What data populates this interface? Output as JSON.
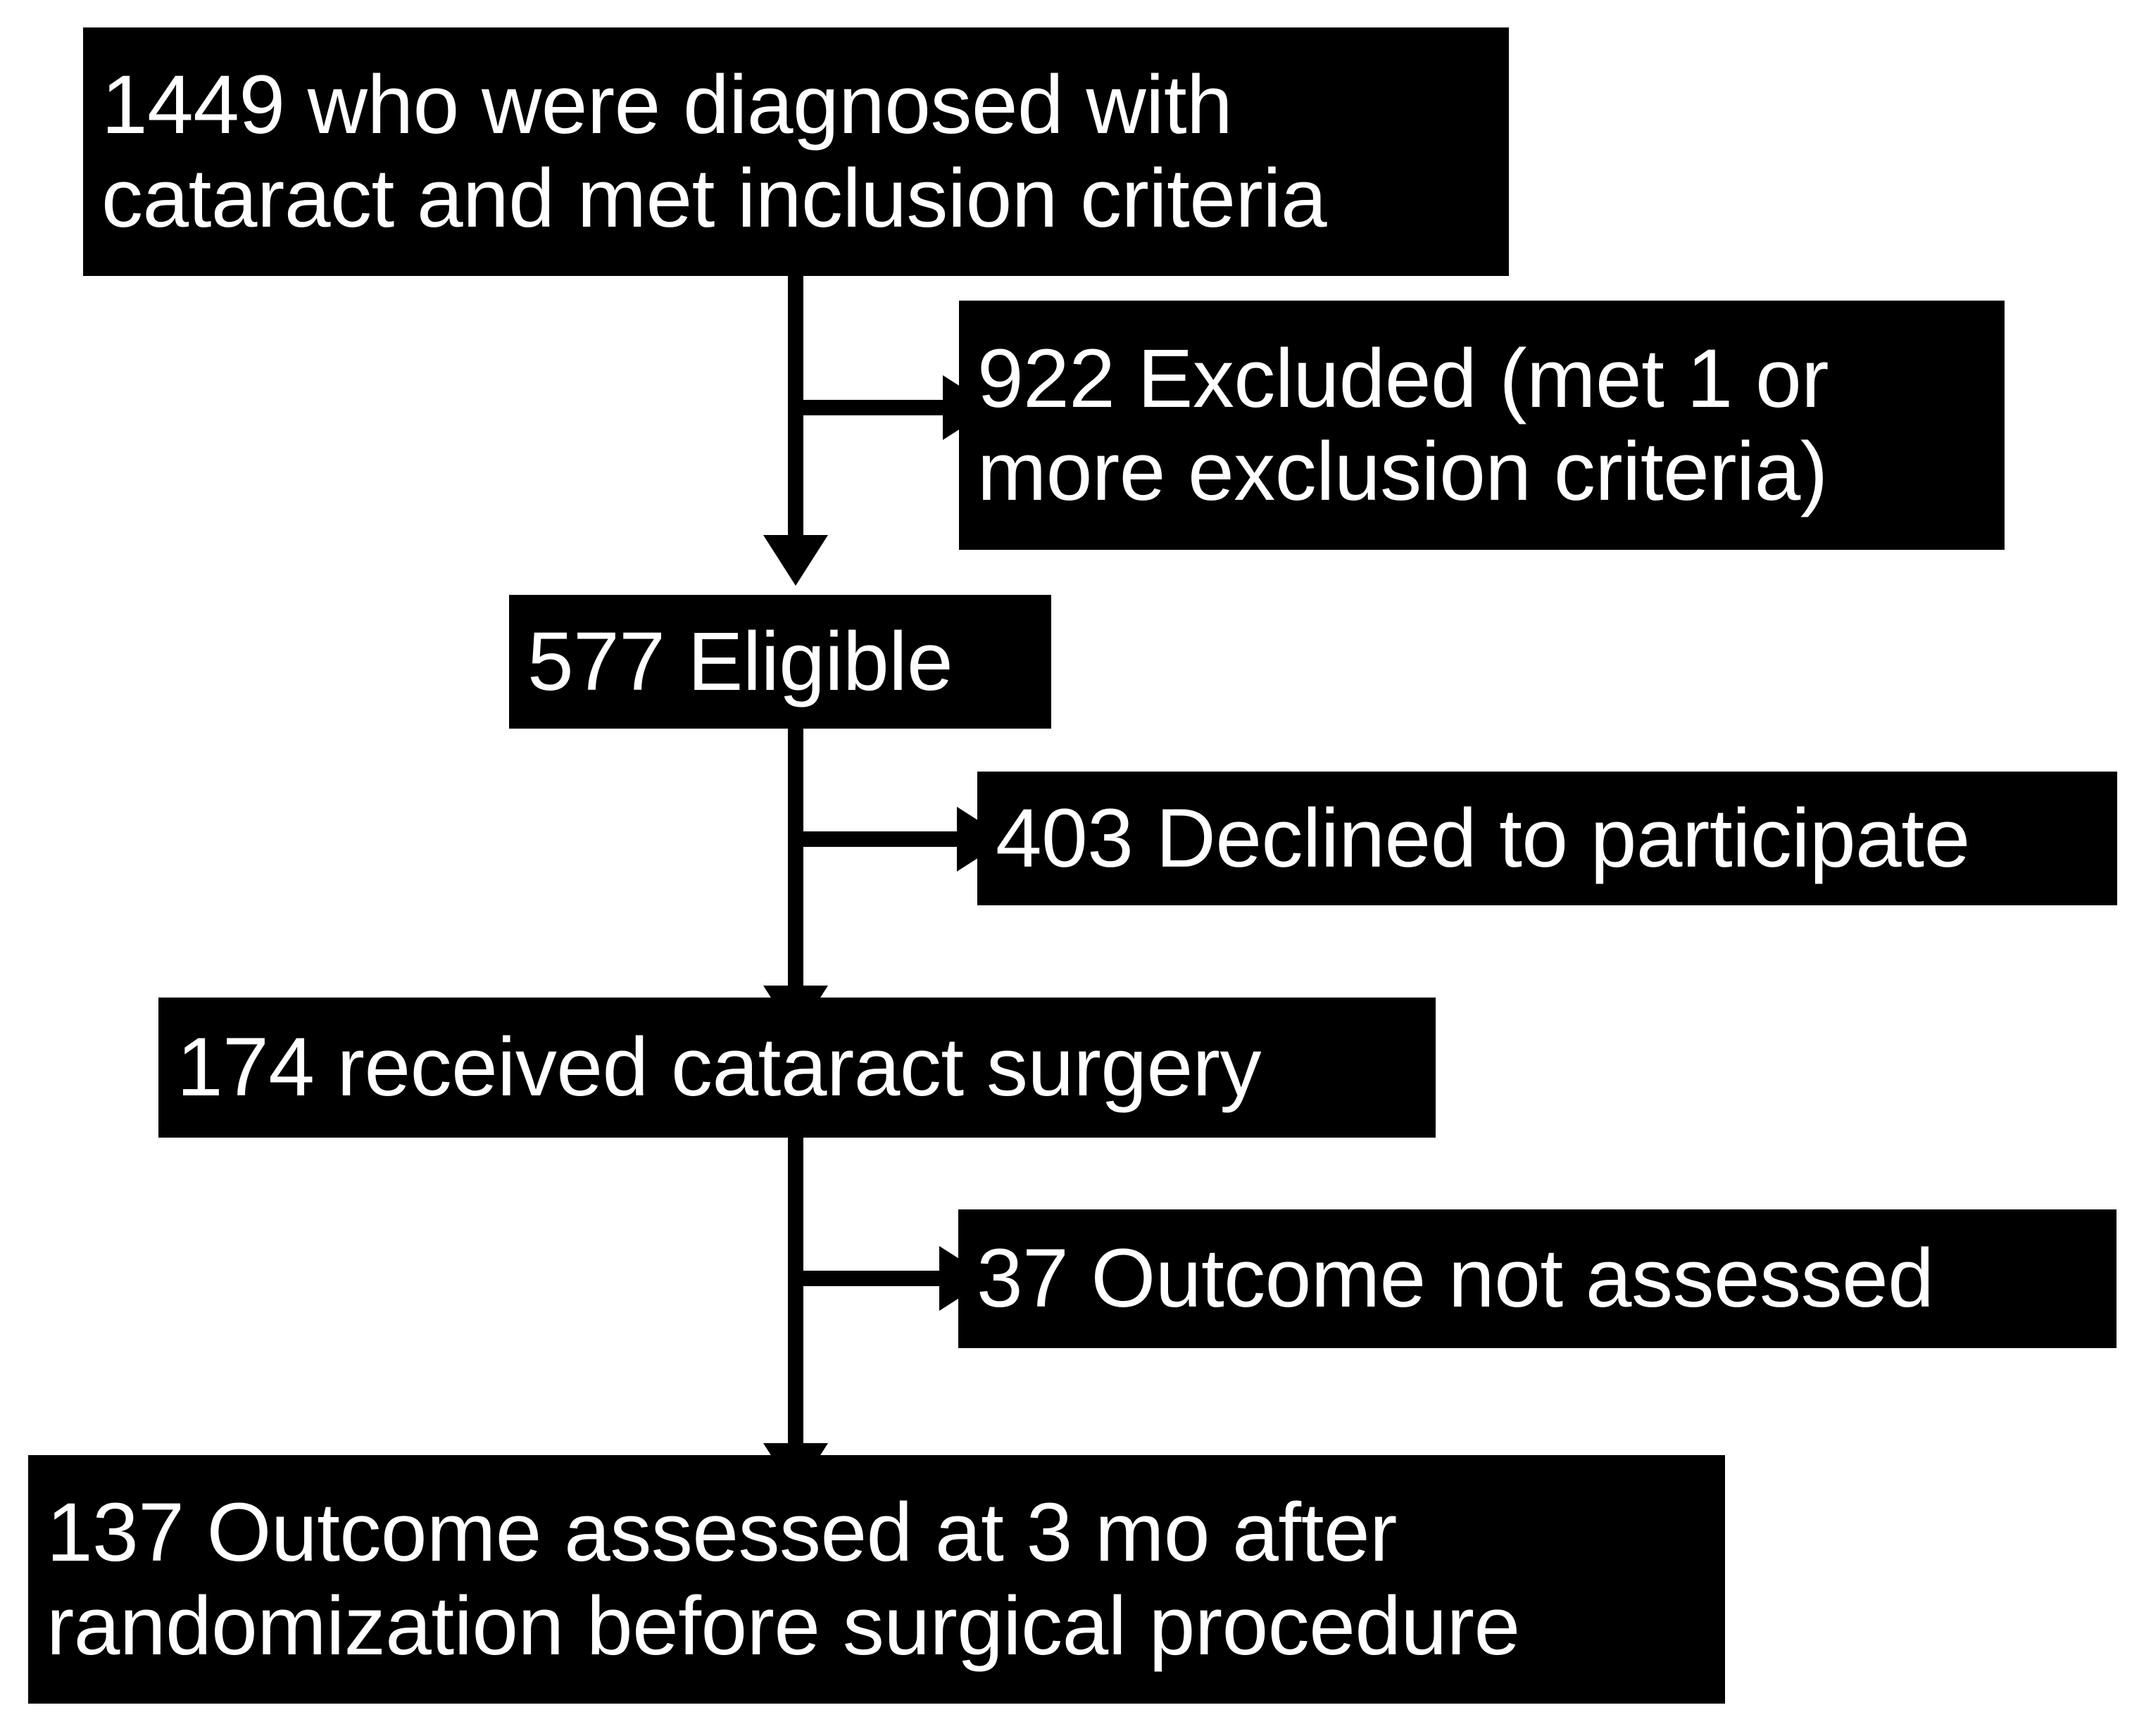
{
  "diagram": {
    "type": "flowchart",
    "title": "Participant flow diagram",
    "orientation": "vertical",
    "colors": {
      "node_background": "#000000",
      "node_text": "#ffffff",
      "connector": "#000000",
      "canvas_background": "#ffffff"
    },
    "nodes": [
      {
        "id": "screened",
        "kind": "main",
        "count": "1449",
        "label": "1449 who were diagnosed with\ncataract and met inclusion criteria"
      },
      {
        "id": "excluded",
        "kind": "branch",
        "count": "922",
        "label": "922 Excluded (met 1 or\nmore exclusion criteria)"
      },
      {
        "id": "eligible",
        "kind": "main",
        "count": "577",
        "label": "577 Eligible"
      },
      {
        "id": "declined",
        "kind": "branch",
        "count": "403",
        "label": "403 Declined to participate"
      },
      {
        "id": "surgery",
        "kind": "main",
        "count": "174",
        "label": "174 received cataract surgery"
      },
      {
        "id": "not_assessed",
        "kind": "branch",
        "count": "37",
        "label": "37 Outcome not assessed"
      },
      {
        "id": "assessed",
        "kind": "main",
        "count": "137",
        "label": "137 Outcome assessed at 3 mo after\nrandomization before surgical procedure"
      }
    ],
    "edges": [
      {
        "from": "screened",
        "to": "excluded",
        "direction": "right",
        "marker": "arrow"
      },
      {
        "from": "screened",
        "to": "eligible",
        "direction": "down",
        "marker": "arrow"
      },
      {
        "from": "eligible",
        "to": "declined",
        "direction": "right",
        "marker": "arrow"
      },
      {
        "from": "eligible",
        "to": "surgery",
        "direction": "down",
        "marker": "arrow"
      },
      {
        "from": "surgery",
        "to": "not_assessed",
        "direction": "right",
        "marker": "arrow"
      },
      {
        "from": "surgery",
        "to": "assessed",
        "direction": "down",
        "marker": "arrow"
      }
    ]
  }
}
